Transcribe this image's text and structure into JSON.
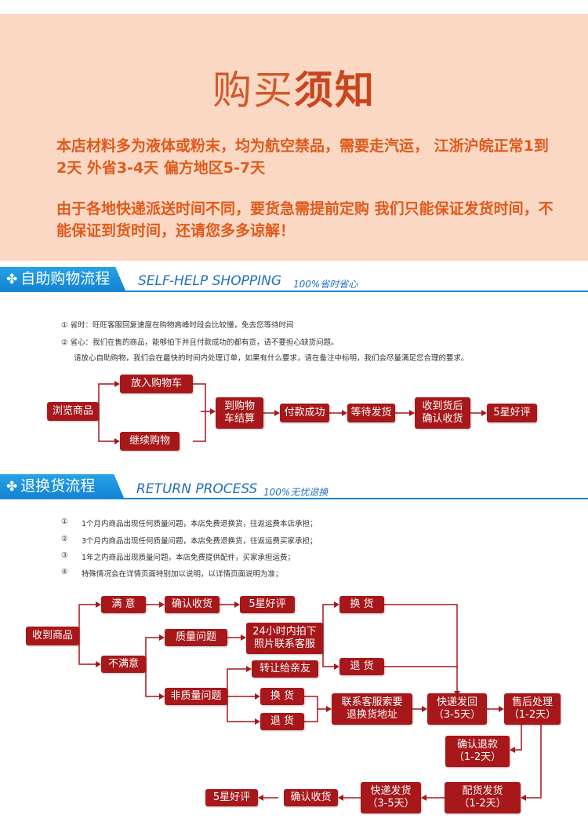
{
  "notice": {
    "title_light": "购买",
    "title_bold": "须知",
    "para1": "本店材料多为液体或粉末，均为航空禁品，需要走汽运， 江浙沪皖正常1到2天 外省3-4天 偏方地区5-7天",
    "para2": "由于各地快递派送时间不同，要货急需提前定购 我们只能保证发货时间，不能保证到货时间，还请您多多谅解！"
  },
  "shopping": {
    "title": "自助购物流程",
    "en_title": "SELF-HELP SHOPPING",
    "subtitle": "100%省时省心",
    "notes": [
      "① 省时：旺旺客服回复速度在购物高峰时段会比较慢，免去您等待时间",
      "② 省心：我们在售的商品，能够拍下并且付款成功的都有货，请不要担心缺货问题。",
      "请放心自助购物，我们会在最快的时间内处理订单，如果有什么要求，请在备注中标明，我们会尽量满足您合理的要求。"
    ],
    "flow": {
      "browse": "浏览商品",
      "add_cart": "放入购物车",
      "continue": "继续购物",
      "checkout1": "到购物",
      "checkout2": "车结算",
      "paid": "付款成功",
      "wait_ship": "等待发货",
      "receive1": "收到货后",
      "receive2": "确认收货",
      "rating": "5星好评"
    }
  },
  "returns": {
    "title": "退换货流程",
    "en_title": "RETURN PROCESS",
    "subtitle": "100%无忧退换",
    "notes": [
      {
        "num": "①",
        "text": "1个月内商品出现任何质量问题，本店免费退换货，往返运费本店承担；"
      },
      {
        "num": "②",
        "text": "3个月内商品出现任何质量问题，本店免费退换货，往返运费买家承担；"
      },
      {
        "num": "③",
        "text": "1年之内商品出现质量问题，本店免费提供配件，买家承担运费；"
      },
      {
        "num": "④",
        "text": "特殊情况会在详情页面特别加以说明，以详情页面说明为准；"
      }
    ],
    "flow": {
      "received": "收到商品",
      "satisfied": "满 意",
      "confirm": "确认收货",
      "rating": "5星好评",
      "unsatisfied": "不满意",
      "quality": "质量问题",
      "photo1": "24小时内拍下",
      "photo2": "照片联系客服",
      "non_quality": "非质量问题",
      "gift": "转让给亲友",
      "exchange": "换 货",
      "refund": "退 货",
      "contact1": "联系客服索要",
      "contact2": "退换货地址",
      "exchange_r": "换 货",
      "refund_r": "退 货",
      "ship_back1": "快递发回",
      "ship_back2": "（3-5天）",
      "after1": "售后处理",
      "after2": "（1-2天）",
      "refund_ok1": "确认退款",
      "refund_ok2": "（1-2天）",
      "parts1": "配货发货",
      "parts2": "（1-2天）",
      "express1": "快递发货",
      "express2": "（3-5天）",
      "confirm2": "确认收货",
      "rating2": "5星好评"
    }
  },
  "colors": {
    "accent_red": "#a8171a",
    "blue": "#1887d6",
    "notice_bg": "#fbd8c3",
    "notice_text": "#e05a1c"
  }
}
